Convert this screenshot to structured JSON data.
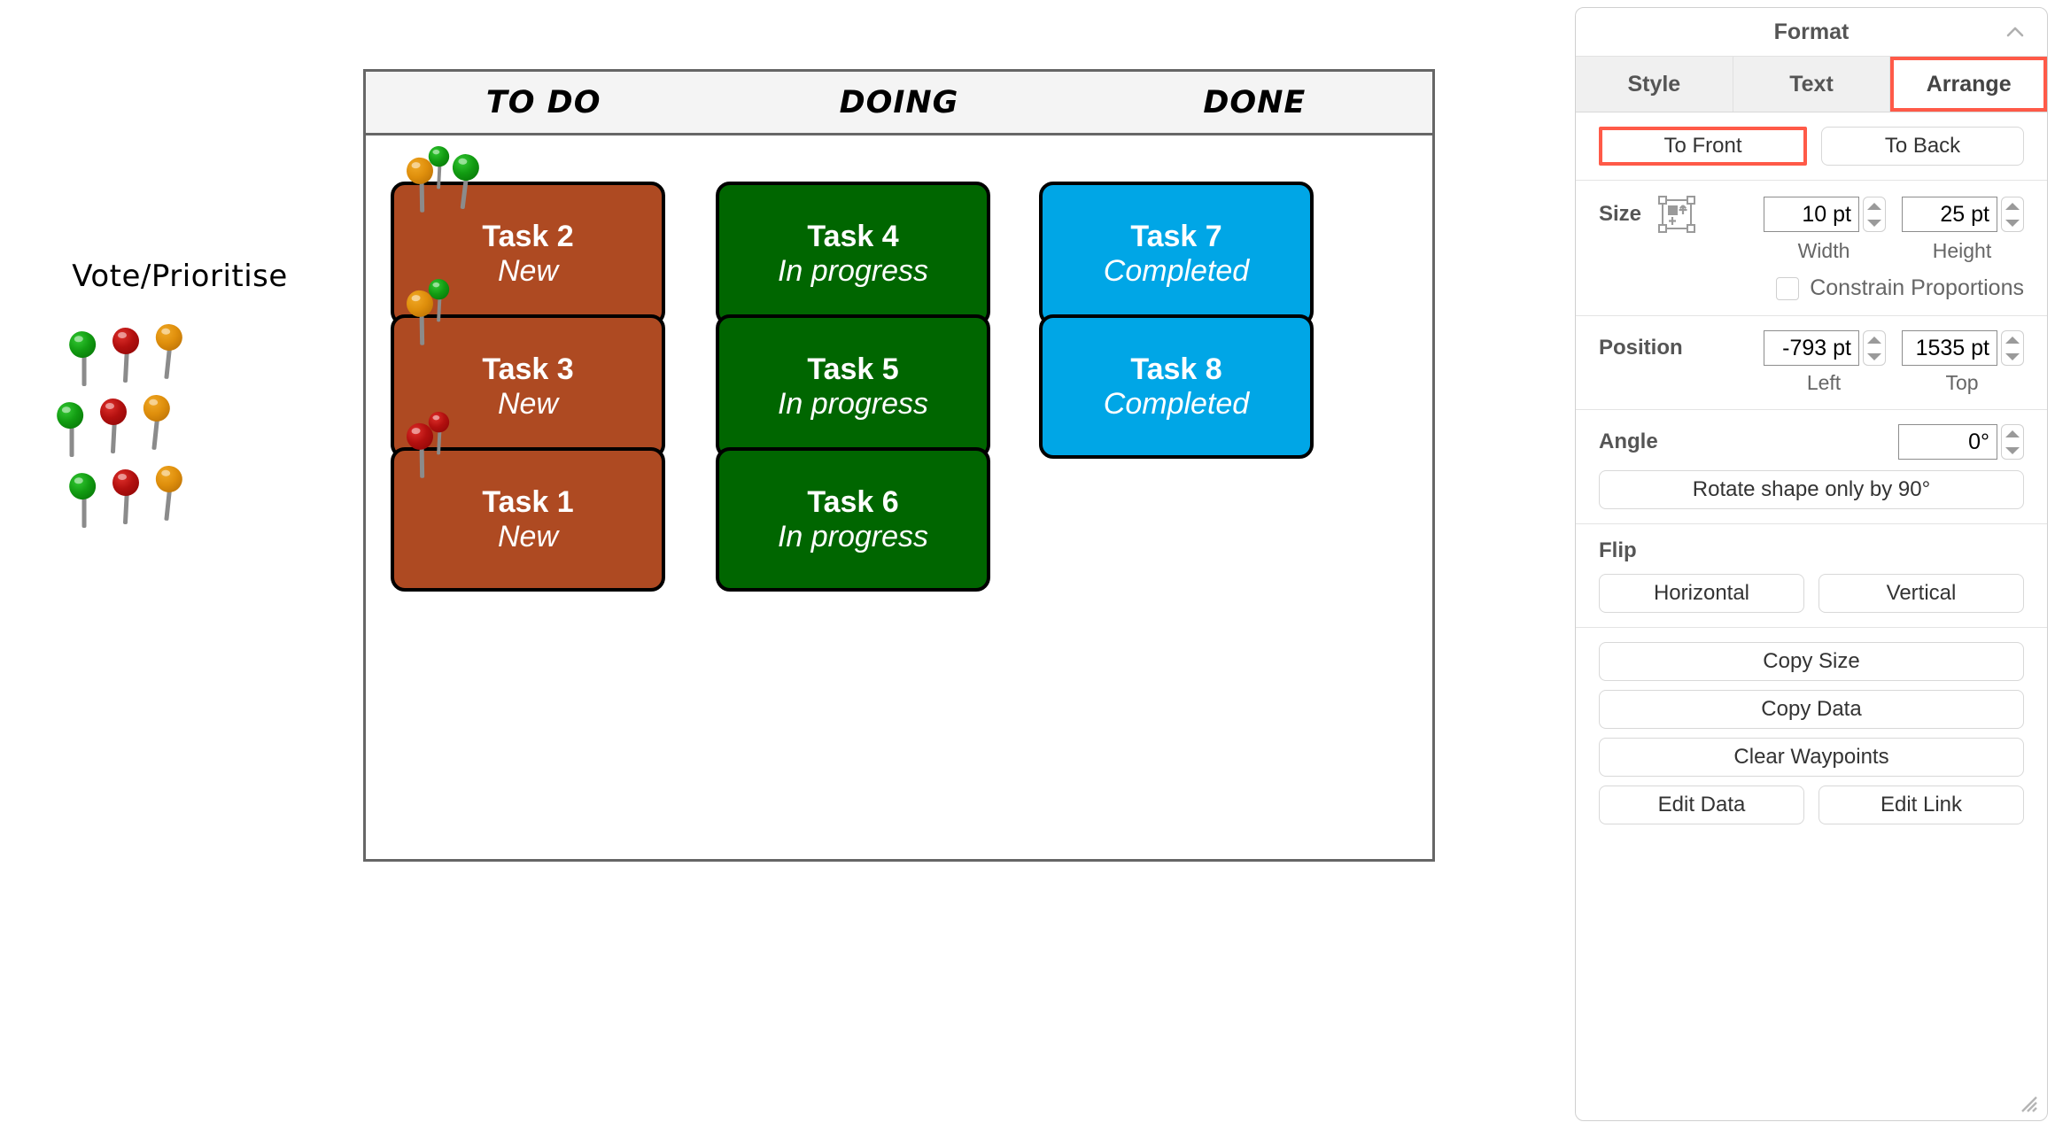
{
  "canvas": {
    "legend": {
      "title": "Vote/Prioritise",
      "pins": [
        [
          "green",
          "red",
          "orange"
        ],
        [
          "green",
          "red",
          "orange"
        ],
        [
          "green",
          "red",
          "orange"
        ]
      ]
    },
    "board": {
      "columns": [
        "TO DO",
        "DOING",
        "DONE"
      ],
      "cards": [
        {
          "title": "Task 2",
          "status": "New",
          "color": "todo",
          "pins": [
            "orange",
            "green",
            "green"
          ]
        },
        {
          "title": "Task 4",
          "status": "In progress",
          "color": "doing",
          "pins": []
        },
        {
          "title": "Task 7",
          "status": "Completed",
          "color": "done",
          "pins": []
        },
        {
          "title": "Task 3",
          "status": "New",
          "color": "todo",
          "pins": [
            "orange",
            "green"
          ]
        },
        {
          "title": "Task 5",
          "status": "In progress",
          "color": "doing",
          "pins": []
        },
        {
          "title": "Task 8",
          "status": "Completed",
          "color": "done",
          "pins": []
        },
        {
          "title": "Task 1",
          "status": "New",
          "color": "todo",
          "pins": [
            "red",
            "red"
          ]
        },
        {
          "title": "Task 6",
          "status": "In progress",
          "color": "doing",
          "pins": []
        }
      ]
    },
    "colors": {
      "todo": "#AE4A22",
      "doing": "#006600",
      "done": "#00A6E6",
      "board_border": "#666666",
      "header_bg": "#f4f4f4"
    }
  },
  "panel": {
    "title": "Format",
    "collapse_icon": "chevron-up-icon",
    "tabs": [
      {
        "label": "Style",
        "active": false,
        "highlighted": false
      },
      {
        "label": "Text",
        "active": false,
        "highlighted": false
      },
      {
        "label": "Arrange",
        "active": true,
        "highlighted": true
      }
    ],
    "order": {
      "to_front": "To Front",
      "to_back": "To Back"
    },
    "size": {
      "label": "Size",
      "icon": "autosize-icon",
      "width_value": "10 pt",
      "height_value": "25 pt",
      "width_label": "Width",
      "height_label": "Height",
      "constrain_label": "Constrain Proportions",
      "constrain_checked": false
    },
    "position": {
      "label": "Position",
      "left_value": "-793 pt",
      "top_value": "1535 pt",
      "left_label": "Left",
      "top_label": "Top"
    },
    "angle": {
      "label": "Angle",
      "value": "0°",
      "rotate_button": "Rotate shape only by 90°"
    },
    "flip": {
      "label": "Flip",
      "horizontal": "Horizontal",
      "vertical": "Vertical"
    },
    "actions": {
      "copy_size": "Copy Size",
      "copy_data": "Copy Data",
      "clear_waypoints": "Clear Waypoints",
      "edit_data": "Edit Data",
      "edit_link": "Edit Link"
    },
    "highlight_color": "#ff5a48",
    "resize_grip": "resize-grip-icon"
  }
}
